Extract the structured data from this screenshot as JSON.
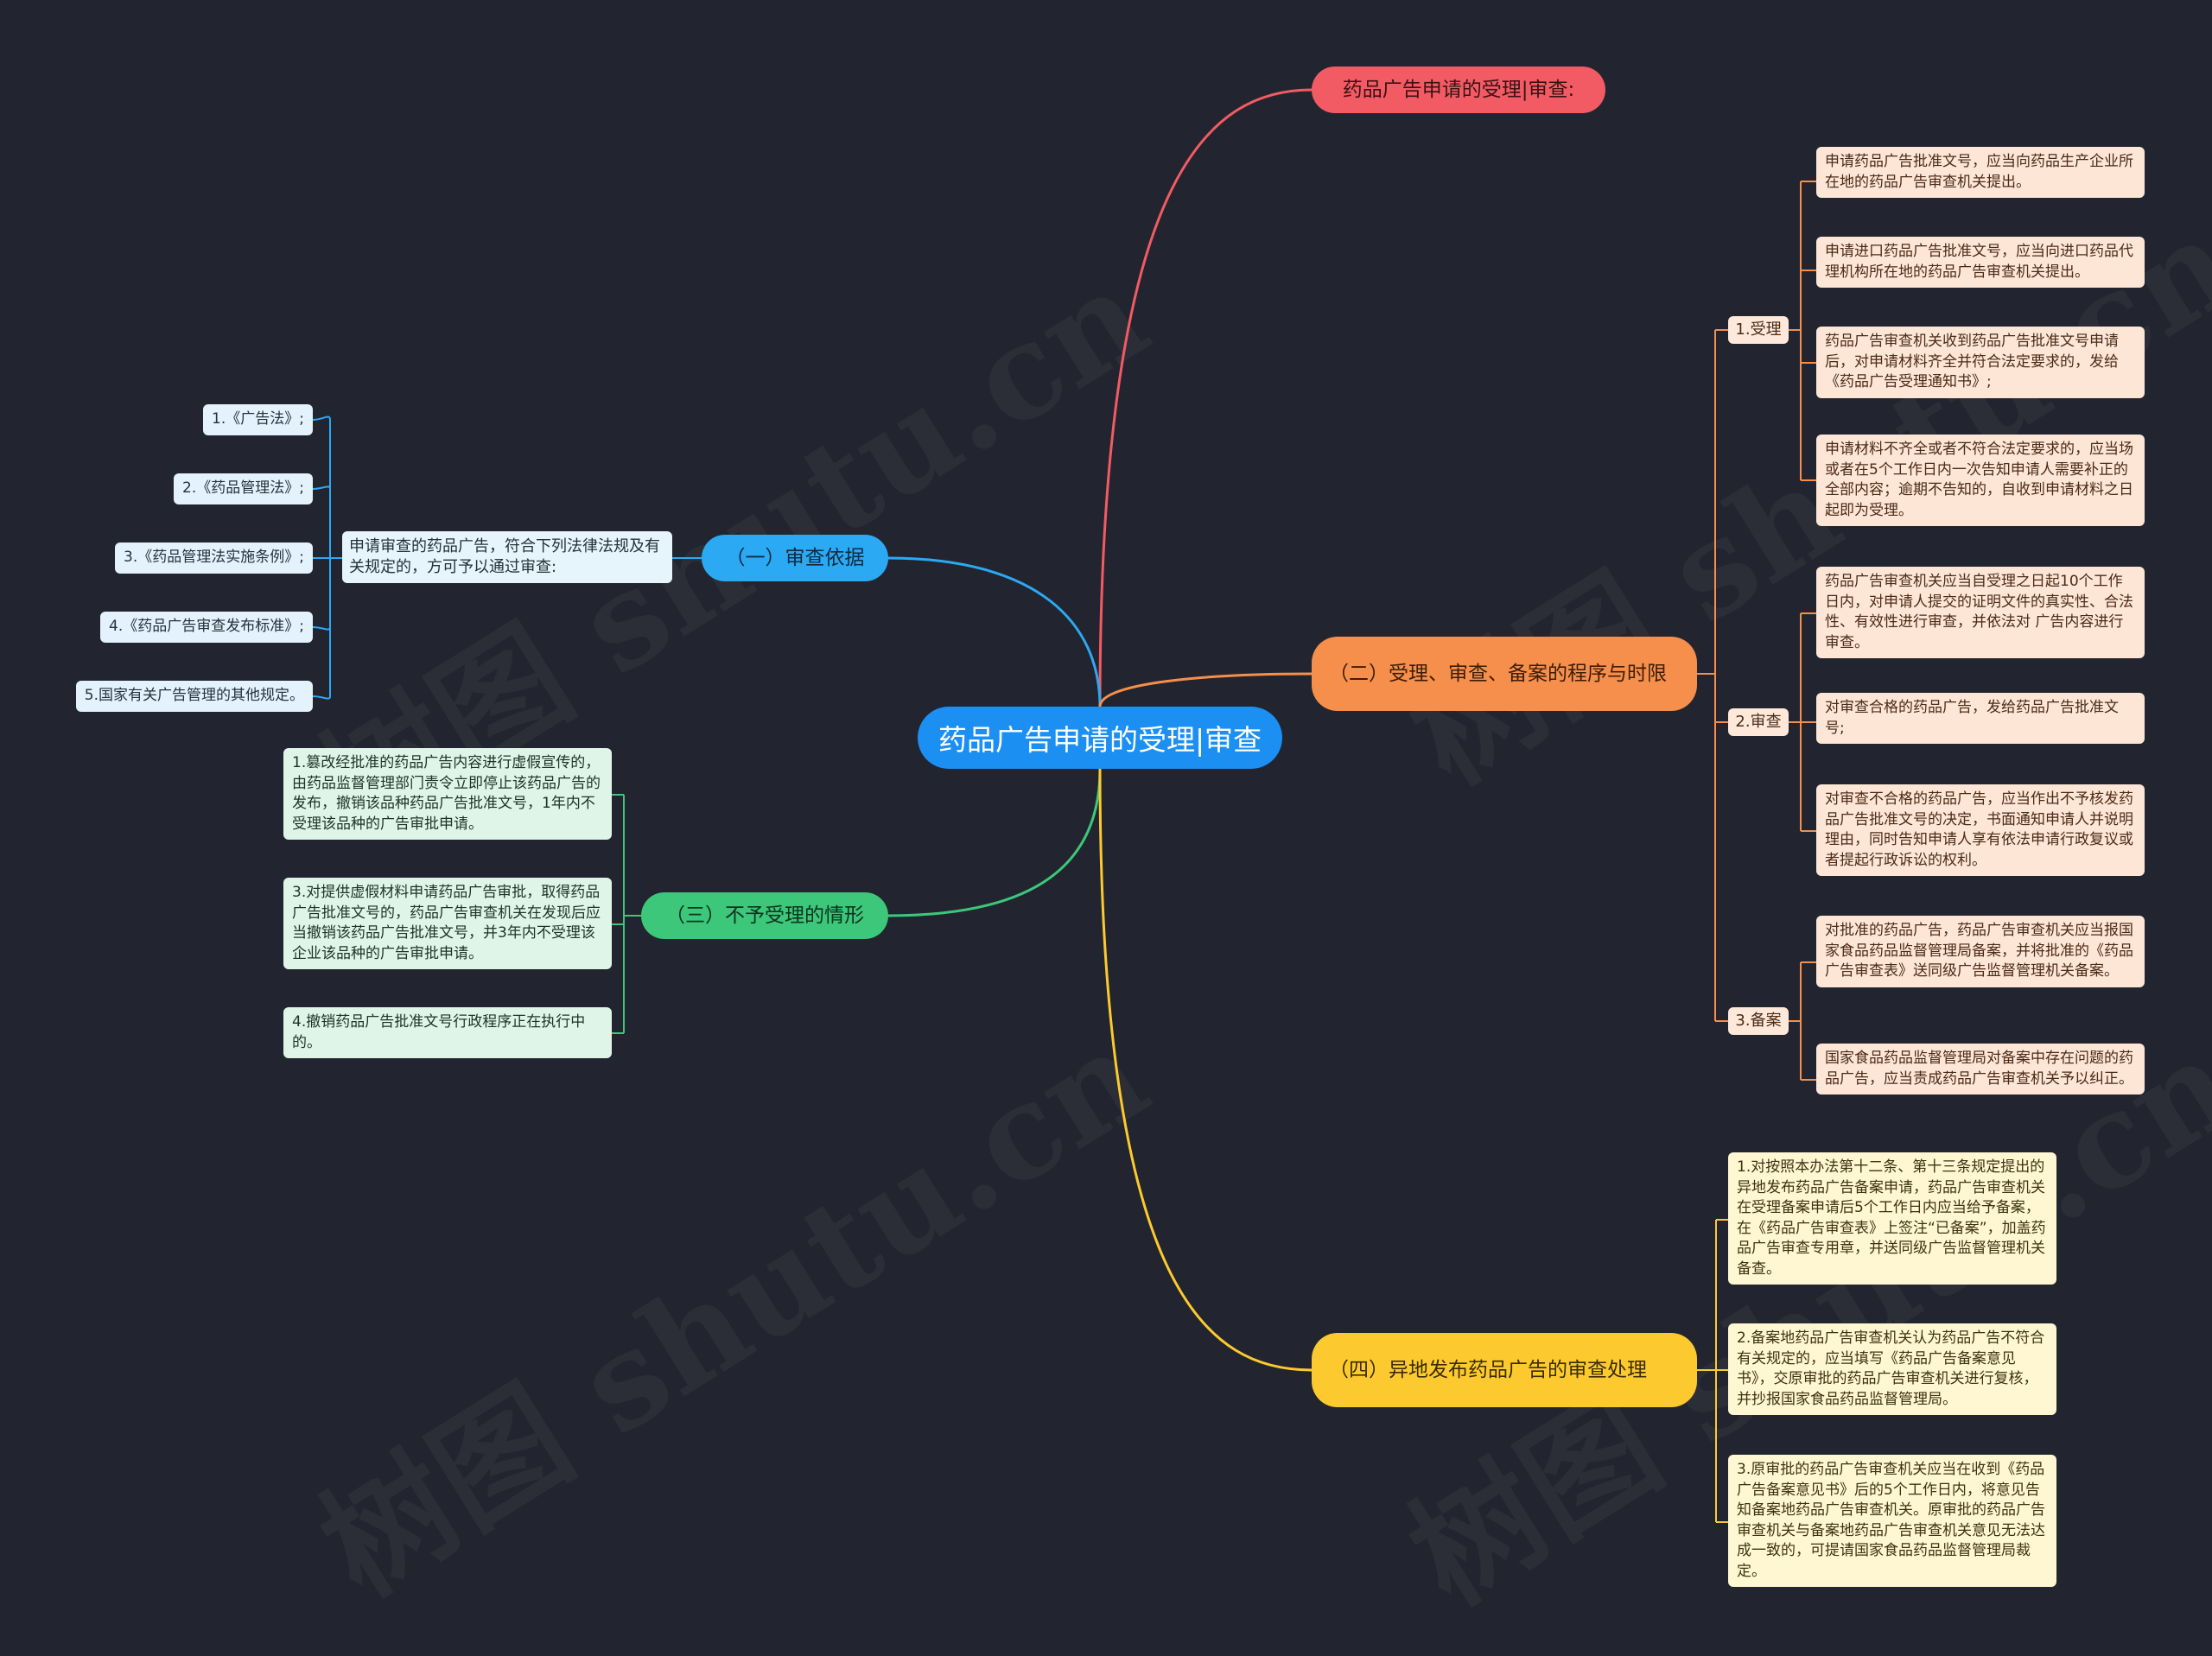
{
  "root": {
    "label": "药品广告申请的受理|审查"
  },
  "branches": {
    "red": {
      "label": "药品广告申请的受理|审查:",
      "color": "#f25b64"
    },
    "basis": {
      "label": "（一）审查依据",
      "color": "#2ca9f3",
      "intro": "申请审查的药品广告，符合下列法律法规及有关规定的，方可予以通过审查:",
      "items": [
        "1.《广告法》;",
        "2.《药品管理法》;",
        "3.《药品管理法实施条例》;",
        "4.《药品广告审查发布标准》;",
        "5.国家有关广告管理的其他规定。"
      ]
    },
    "procedure": {
      "label": "（二）受理、审查、备案的程序与时限",
      "color": "#f58f4b",
      "stages": [
        {
          "label": "1.受理",
          "items": [
            "申请药品广告批准文号，应当向药品生产企业所在地的药品广告审查机关提出。",
            "申请进口药品广告批准文号，应当向进口药品代理机构所在地的药品广告审查机关提出。",
            "药品广告审查机关收到药品广告批准文号申请后，对申请材料齐全并符合法定要求的，发给《药品广告受理通知书》;",
            "申请材料不齐全或者不符合法定要求的，应当场或者在5个工作日内一次告知申请人需要补正的全部内容；逾期不告知的，自收到申请材料之日起即为受理。"
          ]
        },
        {
          "label": "2.审查",
          "items": [
            "药品广告审查机关应当自受理之日起10个工作日内，对申请人提交的证明文件的真实性、合法性、有效性进行审查，并依法对 广告内容进行审查。",
            "对审查合格的药品广告，发给药品广告批准文号;",
            "对审查不合格的药品广告，应当作出不予核发药品广告批准文号的决定，书面通知申请人并说明理由，同时告知申请人享有依法申请行政复议或者提起行政诉讼的权利。"
          ]
        },
        {
          "label": "3.备案",
          "items": [
            "对批准的药品广告，药品广告审查机关应当报国家食品药品监督管理局备案，并将批准的《药品广告审查表》送同级广告监督管理机关备案。",
            "国家食品药品监督管理局对备案中存在问题的药品广告，应当责成药品广告审查机关予以纠正。"
          ]
        }
      ]
    },
    "rejection": {
      "label": "（三）不予受理的情形",
      "color": "#3cc77a",
      "items": [
        "1.篡改经批准的药品广告内容进行虚假宣传的，由药品监督管理部门责令立即停止该药品广告的发布，撤销该品种药品广告批准文号，1年内不受理该品种的广告审批申请。",
        "3.对提供虚假材料申请药品广告审批，取得药品广告批准文号的，药品广告审查机关在发现后应当撤销该药品广告批准文号，并3年内不受理该企业该品种的广告审批申请。",
        "4.撤销药品广告批准文号行政程序正在执行中的。"
      ]
    },
    "remote": {
      "label": "（四）异地发布药品广告的审查处理",
      "color": "#fcca2f",
      "items": [
        "1.对按照本办法第十二条、第十三条规定提出的异地发布药品广告备案申请，药品广告审查机关在受理备案申请后5个工作日内应当给予备案，在《药品广告审查表》上签注“已备案”，加盖药品广告审查专用章，并送同级广告监督管理机关备查。",
        "2.备案地药品广告审查机关认为药品广告不符合有关规定的，应当填写《药品广告备案意见书》，交原审批的药品广告审查机关进行复核，并抄报国家食品药品监督管理局。",
        "3.原审批的药品广告审查机关应当在收到《药品广告备案意见书》后的5个工作日内，将意见告知备案地药品广告审查机关。原审批的药品广告审查机关与备案地药品广告审查机关意见无法达成一致的，可提请国家食品药品监督管理局裁定。"
      ]
    }
  },
  "watermark": "树图 shutu.cn"
}
